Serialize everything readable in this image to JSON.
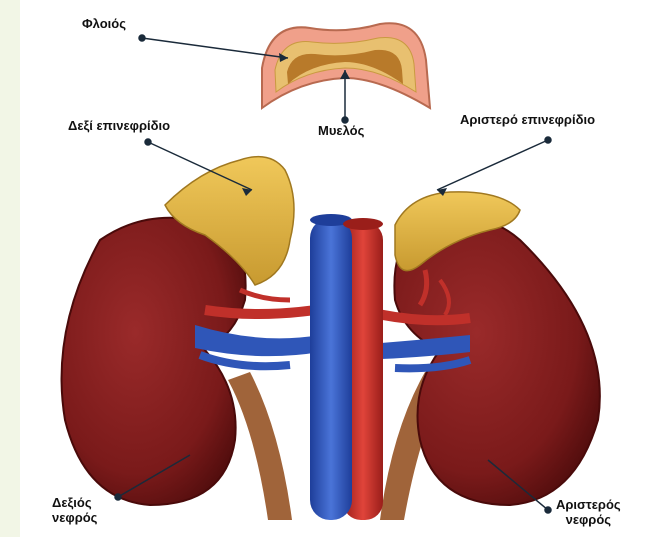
{
  "labels": {
    "cortex": "Φλοιός",
    "medulla": "Μυελός",
    "right_adrenal": "Δεξί επινεφρίδιο",
    "left_adrenal": "Αριστερό επινεφρίδιο",
    "right_kidney_line1": "Δεξιός",
    "right_kidney_line2": "νεφρός",
    "left_kidney_line1": "Αριστερός",
    "left_kidney_line2": "νεφρός"
  },
  "colors": {
    "background_strip": "#f2f6e6",
    "kidney": "#7a1a1a",
    "adrenal": "#e0b44a",
    "vein": "#2f56b8",
    "artery": "#c0302a",
    "ureter": "#a0643a",
    "cortex_outer": "#f0a08a",
    "medulla_fill": "#b87a2a"
  }
}
